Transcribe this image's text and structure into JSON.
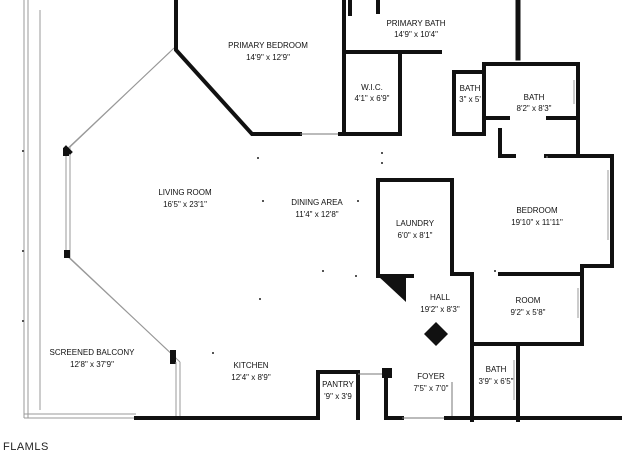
{
  "rooms": {
    "primary_bedroom": {
      "name": "PRIMARY BEDROOM",
      "dims": "14'9\" x 12'9\""
    },
    "primary_bath": {
      "name": "PRIMARY BATH",
      "dims": "14'9\" x 10'4\""
    },
    "wic": {
      "name": "W.I.C.",
      "dims": "4'1\" x 6'9\""
    },
    "bath_small": {
      "name": "BATH",
      "dims": "3\" x 5'"
    },
    "bath_right": {
      "name": "BATH",
      "dims": "8'2\" x 8'3\""
    },
    "living_room": {
      "name": "LIVING ROOM",
      "dims": "16'5\" x 23'1\""
    },
    "dining_area": {
      "name": "DINING AREA",
      "dims": "11'4\" x 12'8\""
    },
    "laundry": {
      "name": "LAUNDRY",
      "dims": "6'0\" x 8'1\""
    },
    "bedroom": {
      "name": "BEDROOM",
      "dims": "19'10\" x 11'11\""
    },
    "hall": {
      "name": "HALL",
      "dims": "19'2\" x 8'3\""
    },
    "room": {
      "name": "ROOM",
      "dims": "9'2\" x 5'8\""
    },
    "screened_balcony": {
      "name": "SCREENED BALCONY",
      "dims": "12'8\" x 37'9\""
    },
    "kitchen": {
      "name": "KITCHEN",
      "dims": "12'4\" x 8'9\""
    },
    "pantry": {
      "name": "PANTRY",
      "dims": "'9\" x 3'9"
    },
    "foyer": {
      "name": "FOYER",
      "dims": "7'5\" x 7'0\""
    },
    "bath_lower": {
      "name": "BATH",
      "dims": "3'9\" x 6'5\""
    }
  },
  "watermark": "FLAMLS",
  "colors": {
    "wall": "#111111",
    "background": "#ffffff"
  }
}
